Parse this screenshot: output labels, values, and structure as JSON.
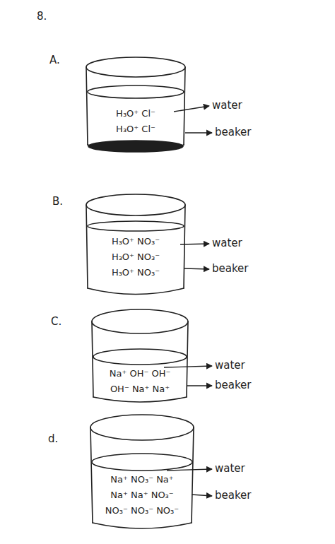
{
  "diagram": {
    "nodes": [
      {
        "text": [
          "H₃O⁺  Cl⁻",
          "H₃O⁺  Cl⁻"
        ]
      },
      {
        "text": [
          "H₃O⁺  NO₃⁻",
          "H₃O⁺  NO₃⁻",
          "H₃O⁺  NO₃⁻"
        ]
      },
      {
        "text": [
          "Na⁺  OH⁻  OH⁻",
          "OH⁻  Na⁺  Na⁺"
        ]
      },
      {
        "text": [
          "Na⁺  NO₃⁻  Na⁺",
          "Na⁺  Na⁺  NO₃⁻",
          "NO₃⁻  NO₃⁻  NO₃⁻"
        ]
      }
    ],
    "labels": [
      "8.",
      "A.",
      "water",
      "beaker",
      "B.",
      "water",
      "beaker",
      "C.",
      "water",
      "beaker",
      "d.",
      "water",
      "beaker"
    ]
  }
}
